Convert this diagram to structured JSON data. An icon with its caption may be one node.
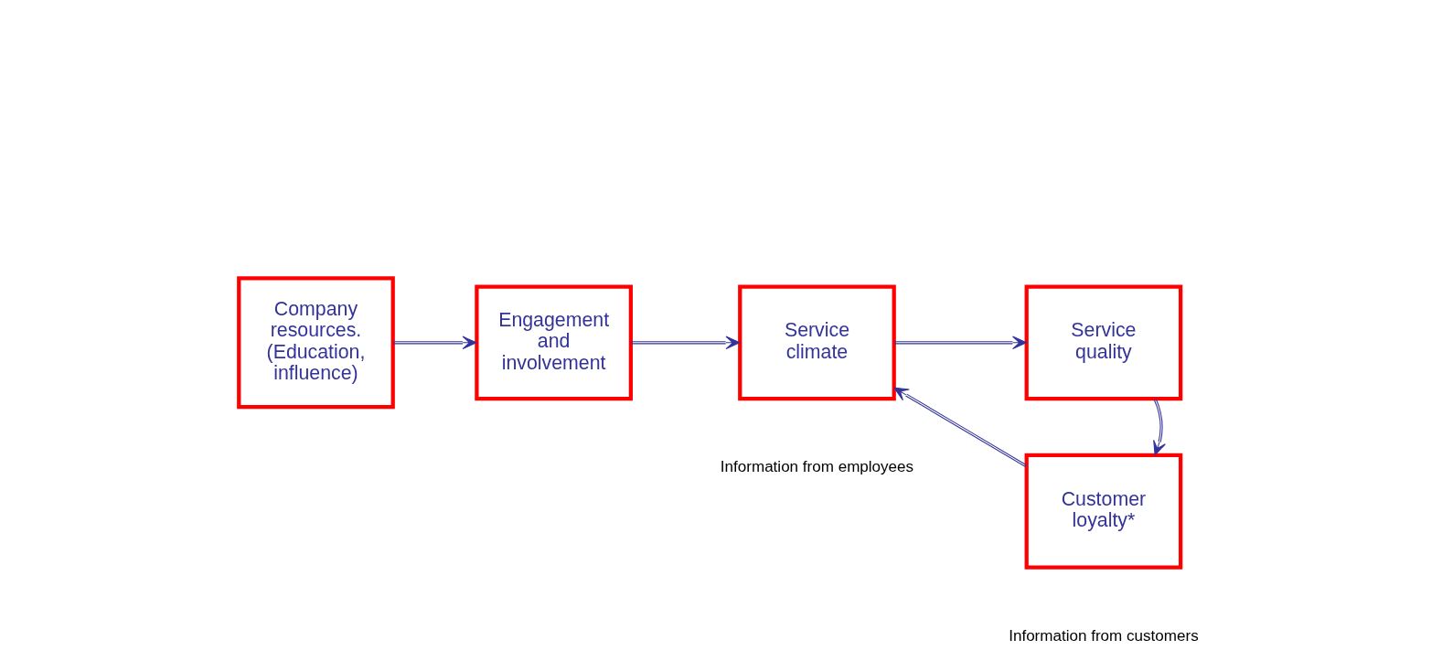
{
  "diagram": {
    "nodes": [
      {
        "text": [
          "Company resources. (Education, influence)"
        ]
      },
      {
        "text": [
          "Engagement and involvement"
        ]
      },
      {
        "text": [
          "Service climate"
        ]
      },
      {
        "text": [
          "Service quality"
        ]
      },
      {
        "text": [
          "Customer loyalty*"
        ]
      }
    ],
    "edges": [
      {
        "from": 0,
        "to": 1,
        "arrow": "to"
      },
      {
        "from": 1,
        "to": 2,
        "arrow": "to"
      },
      {
        "from": 2,
        "to": 3,
        "arrow": "to"
      },
      {
        "from": 3,
        "to": 4,
        "arrow": "to"
      },
      {
        "from": 4,
        "to": 2,
        "arrow": "to"
      }
    ],
    "labels": [
      "Information from employees",
      "Information from customers"
    ]
  }
}
